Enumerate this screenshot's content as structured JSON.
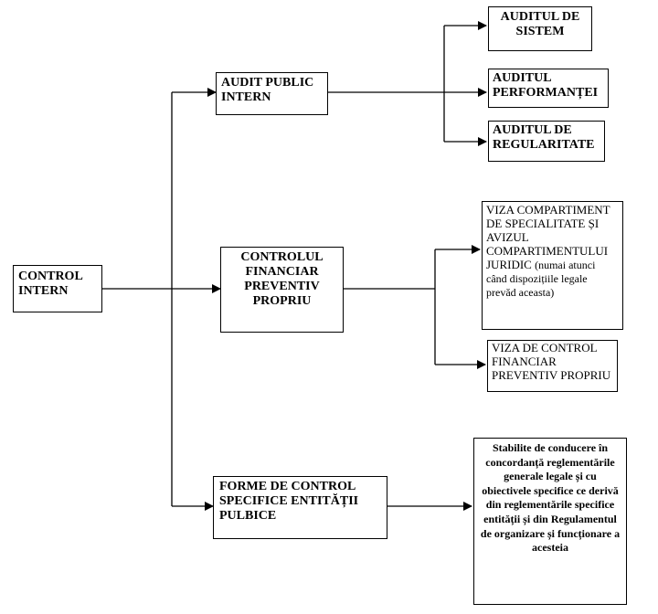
{
  "nodes": {
    "root": "CONTROL INTERN",
    "audit_public_intern": "AUDIT PUBLIC INTERN",
    "controlul_financiar": "CONTROLUL FINANCIAR PREVENTIV PROPRIU",
    "forme_control": "FORME DE CONTROL SPECIFICE ENTITĂȚII PULBICE",
    "auditul_sistem": "AUDITUL DE SISTEM",
    "auditul_performantei": "AUDITUL PERFORMANȚEI",
    "auditul_regularitate": "AUDITUL DE REGULARITATE",
    "viza_compartiment": "VIZA COMPARTIMENT DE SPECIALITATE ȘI AVIZUL COMPARTIMENTULUI JURIDIC",
    "viza_compartiment_note": "(numai atunci când dispozițiile legale prevăd aceasta)",
    "viza_control": "VIZA DE CONTROL FINANCIAR PREVENTIV PROPRIU",
    "stabilite": "Stabilite de conducere în concordanță reglementările generale legale și cu obiectivele specifice ce derivă din reglementările specifice entității și din Regulamentul de organizare și funcționare a acesteia"
  },
  "colors": {
    "line": "#000000",
    "box_border": "#000000"
  }
}
